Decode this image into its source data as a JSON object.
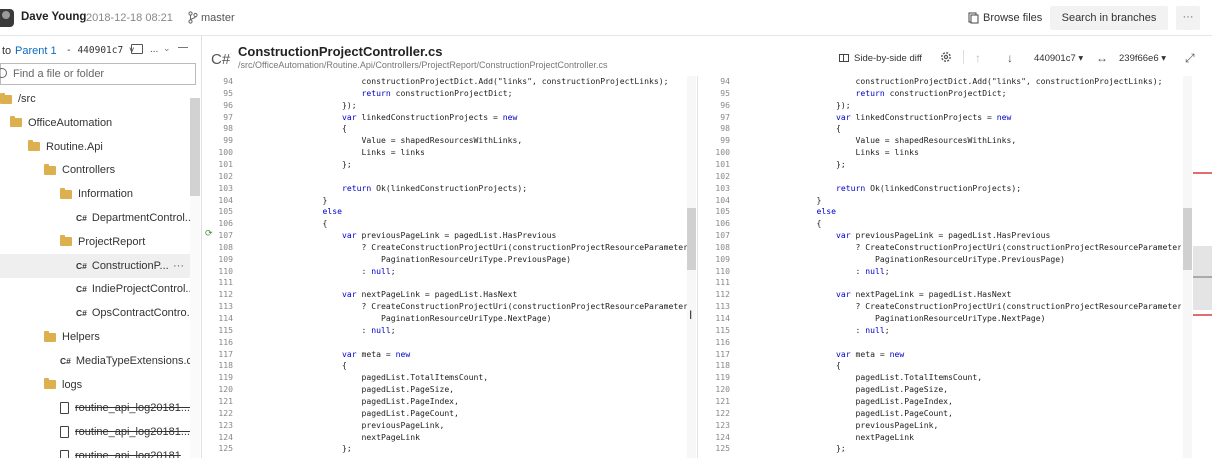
{
  "header": {
    "author": "Dave Young",
    "date": "2018-12-18 08:21",
    "branch": "master",
    "browse_files": "Browse files",
    "search_branches": "Search in branches",
    "more": "···"
  },
  "sidebar": {
    "to_label": "to",
    "parent_link": "Parent 1",
    "parent_hash": "- 440901c7 ˅",
    "comments_more": "...",
    "filter_placeholder": "Find a file or folder",
    "tree": [
      {
        "label": "/src",
        "type": "folder",
        "indent": 0
      },
      {
        "label": "OfficeAutomation",
        "type": "folder",
        "indent": 1
      },
      {
        "label": "Routine.Api",
        "type": "folder",
        "indent": 2
      },
      {
        "label": "Controllers",
        "type": "folder",
        "indent": 3
      },
      {
        "label": "Information",
        "type": "folder",
        "indent": 4
      },
      {
        "label": "DepartmentControl...",
        "type": "cs",
        "indent": 5
      },
      {
        "label": "ProjectReport",
        "type": "folder",
        "indent": 4
      },
      {
        "label": "ConstructionP...",
        "type": "cs",
        "indent": 5,
        "selected": true
      },
      {
        "label": "IndieProjectControl...",
        "type": "cs",
        "indent": 5
      },
      {
        "label": "OpsContractContro...",
        "type": "cs",
        "indent": 5
      },
      {
        "label": "Helpers",
        "type": "folder",
        "indent": 3
      },
      {
        "label": "MediaTypeExtensions.cs",
        "type": "cs",
        "indent": 4
      },
      {
        "label": "logs",
        "type": "folder",
        "indent": 3
      },
      {
        "label": "routine_api_log20181...",
        "type": "deleted",
        "indent": 4
      },
      {
        "label": "routine_api_log20181...",
        "type": "deleted",
        "indent": 4
      },
      {
        "label": "routine_api_log20181",
        "type": "deleted",
        "indent": 4
      }
    ],
    "item_more": "···"
  },
  "file": {
    "badge": "C#",
    "name": "ConstructionProjectController.cs",
    "path": "/src/OfficeAutomation/Routine.Api/Controllers/ProjectReport/ConstructionProjectController.cs"
  },
  "toolbar": {
    "side_by_side": "Side-by-side diff",
    "left_commit": "440901c7 ▾",
    "right_commit": "239f66e6 ▾"
  },
  "code": {
    "left": [
      {
        "n": "94",
        "t": "            constructionProjectDict.Add(\"links\", constructionProjectLinks);"
      },
      {
        "n": "95",
        "t": "            return constructionProjectDict;"
      },
      {
        "n": "96",
        "t": "        });"
      },
      {
        "n": "97",
        "t": "        var linkedConstructionProjects = new"
      },
      {
        "n": "98",
        "t": "        {"
      },
      {
        "n": "99",
        "t": "            Value = shapedResourcesWithLinks,"
      },
      {
        "n": "100",
        "t": "            Links = links"
      },
      {
        "n": "101",
        "t": "        };"
      },
      {
        "n": "102",
        "t": ""
      },
      {
        "n": "103",
        "t": "        return Ok(linkedConstructionProjects);"
      },
      {
        "n": "104",
        "t": "    }"
      },
      {
        "n": "105",
        "t": "    else"
      },
      {
        "n": "106",
        "t": "    {"
      },
      {
        "n": "107",
        "t": "        var previousPageLink = pagedList.HasPrevious"
      },
      {
        "n": "108",
        "t": "            ? CreateConstructionProjectUri(constructionProjectResourceParameters,"
      },
      {
        "n": "109",
        "t": "                PaginationResourceUriType.PreviousPage)"
      },
      {
        "n": "110",
        "t": "            : null;"
      },
      {
        "n": "111",
        "t": ""
      },
      {
        "n": "112",
        "t": "        var nextPageLink = pagedList.HasNext"
      },
      {
        "n": "113",
        "t": "            ? CreateConstructionProjectUri(constructionProjectResourceParameters,"
      },
      {
        "n": "114",
        "t": "                PaginationResourceUriType.NextPage)"
      },
      {
        "n": "115",
        "t": "            : null;"
      },
      {
        "n": "116",
        "t": ""
      },
      {
        "n": "117",
        "t": "        var meta = new"
      },
      {
        "n": "118",
        "t": "        {"
      },
      {
        "n": "119",
        "t": "            pagedList.TotalItemsCount,"
      },
      {
        "n": "120",
        "t": "            pagedList.PageSize,"
      },
      {
        "n": "121",
        "t": "            pagedList.PageIndex,"
      },
      {
        "n": "122",
        "t": "            pagedList.PageCount,"
      },
      {
        "n": "123",
        "t": "            previousPageLink,"
      },
      {
        "n": "124",
        "t": "            nextPageLink"
      },
      {
        "n": "125",
        "t": "        };"
      }
    ],
    "right": [
      {
        "n": "94",
        "t": "            constructionProjectDict.Add(\"links\", constructionProjectLinks);"
      },
      {
        "n": "95",
        "t": "            return constructionProjectDict;"
      },
      {
        "n": "96",
        "t": "        });"
      },
      {
        "n": "97",
        "t": "        var linkedConstructionProjects = new"
      },
      {
        "n": "98",
        "t": "        {"
      },
      {
        "n": "99",
        "t": "            Value = shapedResourcesWithLinks,"
      },
      {
        "n": "100",
        "t": "            Links = links"
      },
      {
        "n": "101",
        "t": "        };"
      },
      {
        "n": "102",
        "t": ""
      },
      {
        "n": "103",
        "t": "        return Ok(linkedConstructionProjects);"
      },
      {
        "n": "104",
        "t": "    }"
      },
      {
        "n": "105",
        "t": "    else"
      },
      {
        "n": "106",
        "t": "    {"
      },
      {
        "n": "107",
        "t": "        var previousPageLink = pagedList.HasPrevious"
      },
      {
        "n": "108",
        "t": "            ? CreateConstructionProjectUri(constructionProjectResourceParameters,"
      },
      {
        "n": "109",
        "t": "                PaginationResourceUriType.PreviousPage)"
      },
      {
        "n": "110",
        "t": "            : null;"
      },
      {
        "n": "111",
        "t": ""
      },
      {
        "n": "112",
        "t": "        var nextPageLink = pagedList.HasNext"
      },
      {
        "n": "113",
        "t": "            ? CreateConstructionProjectUri(constructionProjectResourceParameters,"
      },
      {
        "n": "114",
        "t": "                PaginationResourceUriType.NextPage)"
      },
      {
        "n": "115",
        "t": "            : null;"
      },
      {
        "n": "116",
        "t": ""
      },
      {
        "n": "117",
        "t": "        var meta = new"
      },
      {
        "n": "118",
        "t": "        {"
      },
      {
        "n": "119",
        "t": "            pagedList.TotalItemsCount,"
      },
      {
        "n": "120",
        "t": "            pagedList.PageSize,"
      },
      {
        "n": "121",
        "t": "            pagedList.PageIndex,"
      },
      {
        "n": "122",
        "t": "            pagedList.PageCount,"
      },
      {
        "n": "123",
        "t": "            previousPageLink,"
      },
      {
        "n": "124",
        "t": "            nextPageLink"
      },
      {
        "n": "125",
        "t": "        };"
      }
    ]
  },
  "colors": {
    "keyword": "#0000c8",
    "link": "#0a6dc2",
    "folder": "#dcb04f",
    "overview_deleted": "#e07070"
  },
  "icons": {
    "branch": "branch-icon",
    "browse": "file-browse-icon",
    "search": "search-icon",
    "comment": "comment-icon",
    "gear": "gear-icon",
    "up": "arrow-up-icon",
    "down": "arrow-down-icon",
    "swap": "swap-icon",
    "expand": "expand-icon"
  }
}
